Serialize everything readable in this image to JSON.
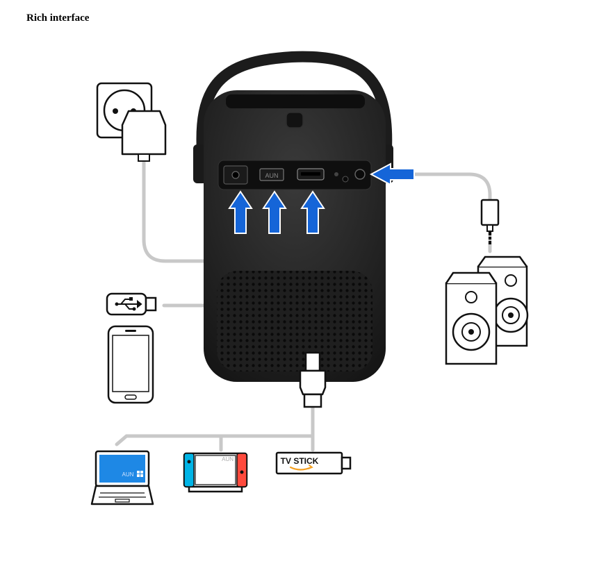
{
  "title": "Rich interface",
  "labels": {
    "port_usb": "AUN",
    "laptop_brand": "AUN",
    "switch_brand": "AUN",
    "tv_stick": "TV STICK"
  },
  "colors": {
    "projector_body": "#242424",
    "projector_top": "#1a1a1a",
    "strap": "#1c1c1c",
    "cable": "#c8c8c8",
    "arrow_blue": "#1565d8",
    "icon_outline": "#111111",
    "laptop_screen": "#1e88e5",
    "switch_left": "#00b4e6",
    "switch_right": "#ff4a3d",
    "amazon_orange": "#f5a020"
  },
  "icons": [
    "wall-socket-icon",
    "power-adapter-icon",
    "usb-drive-icon",
    "smartphone-icon",
    "laptop-icon",
    "game-console-icon",
    "tv-stick-icon",
    "hdmi-plug-icon",
    "audio-jack-icon",
    "speakers-icon",
    "arrow-up-icon",
    "arrow-left-icon"
  ]
}
